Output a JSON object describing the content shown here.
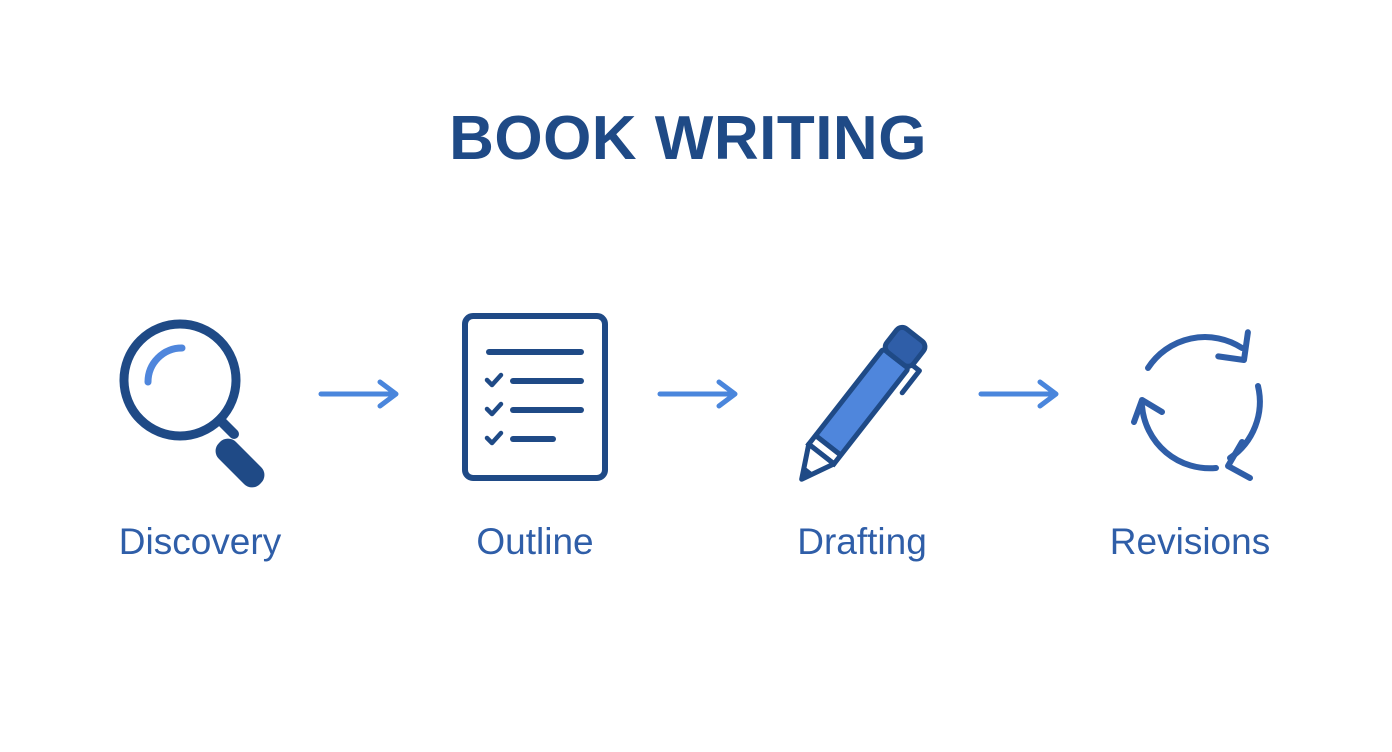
{
  "title": "BOOK WRITING",
  "colors": {
    "dark_blue": "#1f4a86",
    "mid_blue": "#2f5ea8",
    "light_blue": "#4f86dc",
    "arrow_blue": "#4a86dc"
  },
  "stages": [
    {
      "label": "Discovery",
      "icon": "magnifying-glass-icon"
    },
    {
      "label": "Outline",
      "icon": "checklist-icon"
    },
    {
      "label": "Drafting",
      "icon": "pen-icon"
    },
    {
      "label": "Revisions",
      "icon": "cycle-arrows-icon"
    }
  ],
  "connectors": [
    "arrow-right-icon",
    "arrow-right-icon",
    "arrow-right-icon"
  ]
}
